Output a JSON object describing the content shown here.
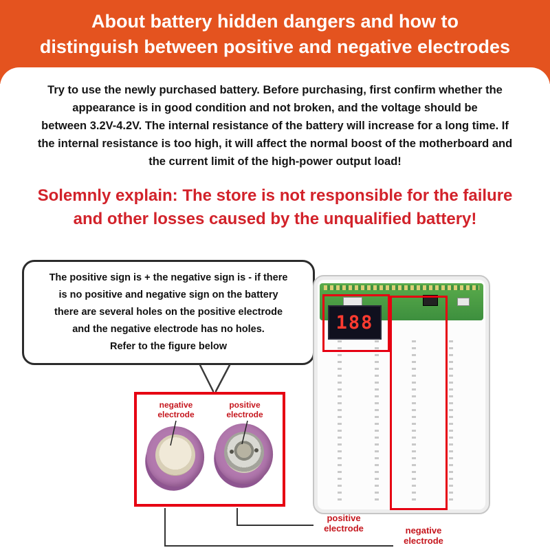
{
  "header": {
    "title_line1": "About battery hidden dangers and how to",
    "title_line2": "distinguish between positive and negative electrodes"
  },
  "intro": {
    "lines": [
      "Try to use the newly purchased battery. Before purchasing, first confirm whether the",
      "appearance is in good condition and not broken, and the voltage should be",
      "between 3.2V-4.2V. The internal resistance of the battery will increase for a long time. If",
      "the internal resistance is too high, it will affect the normal boost of the motherboard and",
      "the current limit of the high-power output load!"
    ]
  },
  "warning": {
    "lines": [
      "Solemnly explain: The store is not responsible for the failure",
      "and other losses caused by the unqualified battery!"
    ]
  },
  "bubble": {
    "lines": [
      "The positive sign is + the negative sign is - if there",
      "is no positive and negative sign on the battery",
      "there are several holes on the positive electrode",
      "and the negative electrode has no holes.",
      "Refer to the figure below"
    ]
  },
  "battery_box": {
    "negative_label_line1": "negative",
    "negative_label_line2": "electrode",
    "positive_label_line1": "positive",
    "positive_label_line2": "electrode"
  },
  "powerbank": {
    "display_value": "188"
  },
  "bottom_labels": {
    "positive_line1": "positive",
    "positive_line2": "electrode",
    "negative_line1": "negative",
    "negative_line2": "electrode"
  },
  "colors": {
    "header_orange": "#e4531f",
    "warning_red": "#d2222a",
    "highlight_red": "#e60012",
    "battery_purple": "#b279ae",
    "display_digit_red": "#ff3b30",
    "pcb_green": "#4a9e47"
  }
}
